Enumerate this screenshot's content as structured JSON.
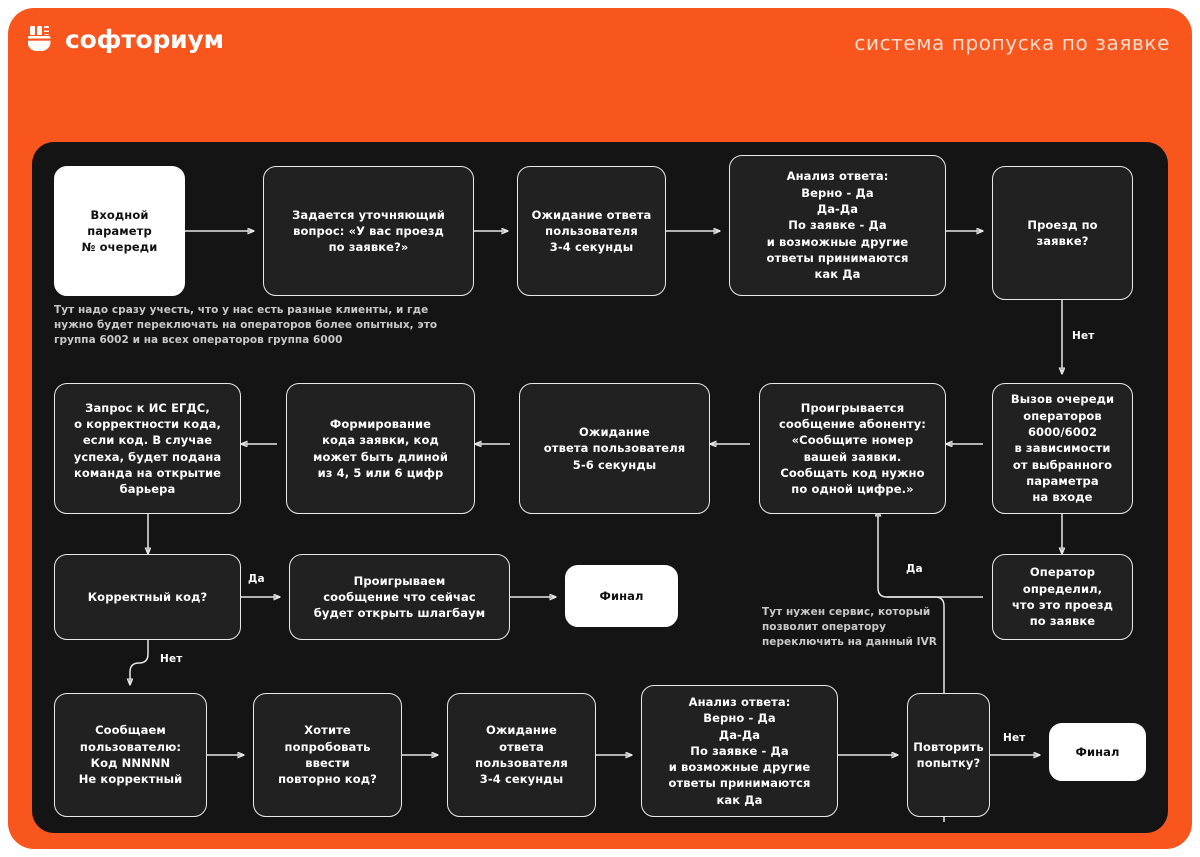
{
  "header": {
    "logo_text": "софториум",
    "logo_icon": "fist-icon",
    "title": "система пропуска по заявке"
  },
  "theme": {
    "accent": "#f9561d",
    "board_bg": "#141414",
    "node_bg": "#212121",
    "node_border": "#e9e9e9",
    "terminal_bg": "#ffffff",
    "note_color": "#c9c9c9",
    "header_title_color": "#ffd9c9"
  },
  "diagram": {
    "type": "flowchart",
    "nodes": [
      {
        "id": "n1",
        "label": "Входной параметр\n№ очереди",
        "style": "terminal"
      },
      {
        "id": "n2",
        "label": "Задается уточняющий\nвопрос: «У вас проезд\nпо заявке?»",
        "style": "process"
      },
      {
        "id": "n3",
        "label": "Ожидание ответа\nпользователя\n3-4 секунды",
        "style": "process"
      },
      {
        "id": "n4",
        "label": "Анализ ответа:\nВерно - Да\nДа-Да\nПо заявке - Да\nи возможные другие\nответы принимаются\nкак Да",
        "style": "process"
      },
      {
        "id": "n5",
        "label": "Проезд по заявке?",
        "style": "decision"
      },
      {
        "id": "n6",
        "label": "Вызов очереди\nоператоров\n6000/6002\nв зависимости\nот выбранного\nпараметра\nна входе",
        "style": "process"
      },
      {
        "id": "n7",
        "label": "Проигрывается\nсообщение абоненту:\n«Сообщите номер\nвашей заявки.\nСообщать код нужно\nпо одной цифре.»",
        "style": "process"
      },
      {
        "id": "n8",
        "label": "Ожидание\nответа пользователя\n5-6 секунды",
        "style": "process"
      },
      {
        "id": "n9",
        "label": "Формирование\nкода заявки, код\nможет быть длиной\nиз 4, 5 или 6 цифр",
        "style": "process"
      },
      {
        "id": "n10",
        "label": "Запрос к ИС ЕГДС,\nо корректности кода,\nесли код. В случае\nуспеха, будет подана\nкоманда на открытие\nбарьера",
        "style": "process"
      },
      {
        "id": "n11",
        "label": "Корректный код?",
        "style": "decision"
      },
      {
        "id": "n12",
        "label": "Проигрываем\nсообщение что сейчас\nбудет открыть шлагбаум",
        "style": "process"
      },
      {
        "id": "n13",
        "label": "Финал",
        "style": "terminal"
      },
      {
        "id": "n14",
        "label": "Оператор\nопределил,\nчто это проезд\nпо заявке",
        "style": "process"
      },
      {
        "id": "n15",
        "label": "Сообщаем\nпользователю:\nКод NNNNN\nНе корректный",
        "style": "process"
      },
      {
        "id": "n16",
        "label": "Хотите\nпопробовать\nввести\nповторно код?",
        "style": "decision"
      },
      {
        "id": "n17",
        "label": "Ожидание\nответа\nпользователя\n3-4 секунды",
        "style": "process"
      },
      {
        "id": "n18",
        "label": "Анализ ответа:\nВерно - Да\nДа-Да\nПо заявке - Да\nи возможные другие\nответы принимаются\nкак Да",
        "style": "process"
      },
      {
        "id": "n19",
        "label": "Повторить\nпопытку?",
        "style": "decision"
      },
      {
        "id": "n20",
        "label": "Финал",
        "style": "terminal"
      }
    ],
    "edge_labels": [
      {
        "id": "e_no_1",
        "text": "Нет",
        "from": "n5",
        "to": "n6"
      },
      {
        "id": "e_yes_1",
        "text": "Да",
        "from": "n11",
        "to": "n12"
      },
      {
        "id": "e_no_2",
        "text": "Нет",
        "from": "n11",
        "to": "n15"
      },
      {
        "id": "e_yes_2",
        "text": "Да",
        "from": "n14",
        "to": "n7"
      },
      {
        "id": "e_no_3",
        "text": "Нет",
        "from": "n19",
        "to": "n20"
      }
    ],
    "notes": [
      {
        "id": "note1",
        "text": "Тут надо сразу учесть, что у нас есть разные клиенты, и где нужно будет переключать на операторов более опытных, это группа 6002 и на всех операторов группа 6000"
      },
      {
        "id": "note2",
        "text": "Тут нужен сервис, который позволит оператору переключить на данный IVR"
      }
    ]
  }
}
